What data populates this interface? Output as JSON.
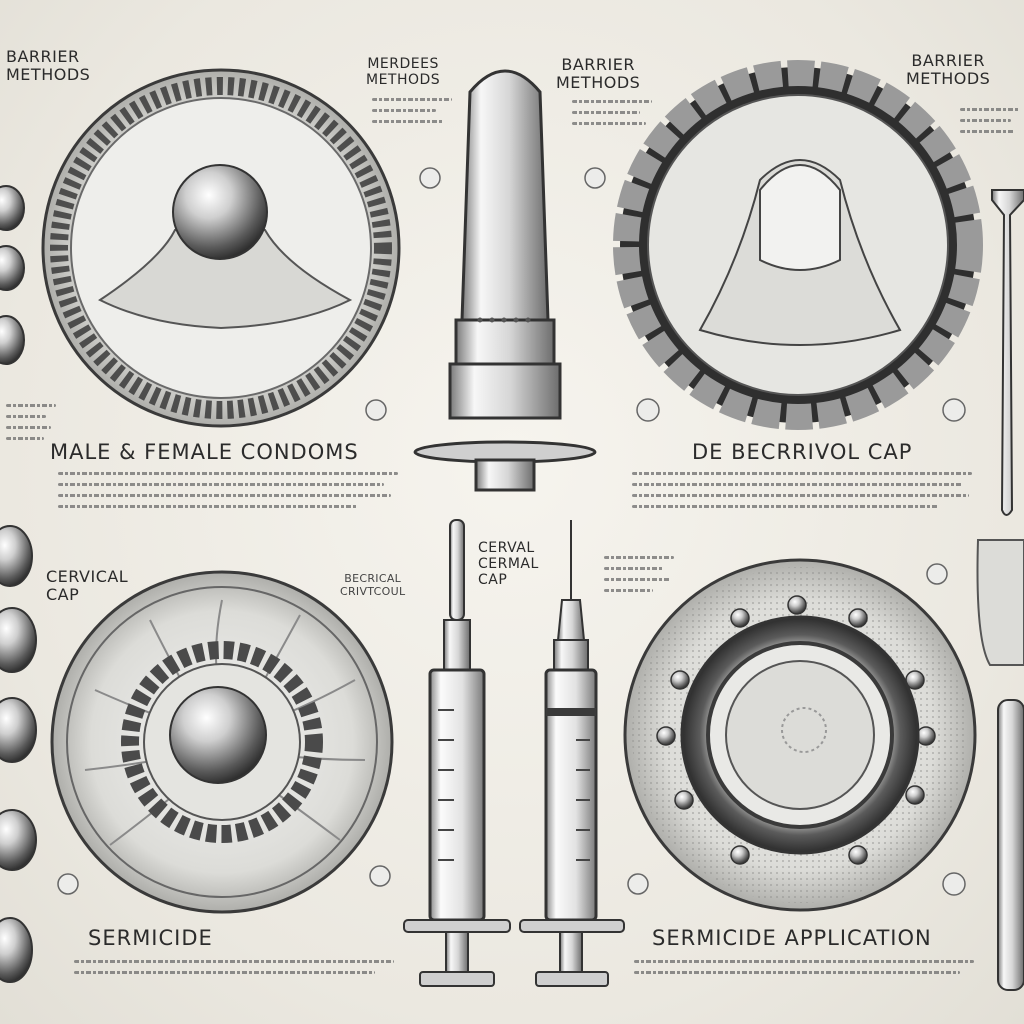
{
  "labels": {
    "top_left": "BARRIER\nMETHODS",
    "top_center_small": "MERDEES\nMETHODS",
    "top_center": "BARRIER\nMETHODS",
    "top_right": "BARRIER\nMETHODS",
    "male_female_condoms": "MALE & FEMALE CONDOMS",
    "de_becrrivol_cap": "DE BECRRIVOL CAP",
    "cervical_cap_left": "CERVICAL\nCAP",
    "cervical_cap_center": "CERVAL\nCERMAL\nCAP",
    "becrical_small": "BECRICAL\nCRIVTCOUL",
    "sermicide": "SERMICIDE",
    "sermicide_application": "SERMICIDE APPLICATION"
  },
  "colors": {
    "paper": "#efede6",
    "ink": "#2b2b2b",
    "metal_dark": "#3c3c3c",
    "metal_light": "#e8e8e8"
  }
}
